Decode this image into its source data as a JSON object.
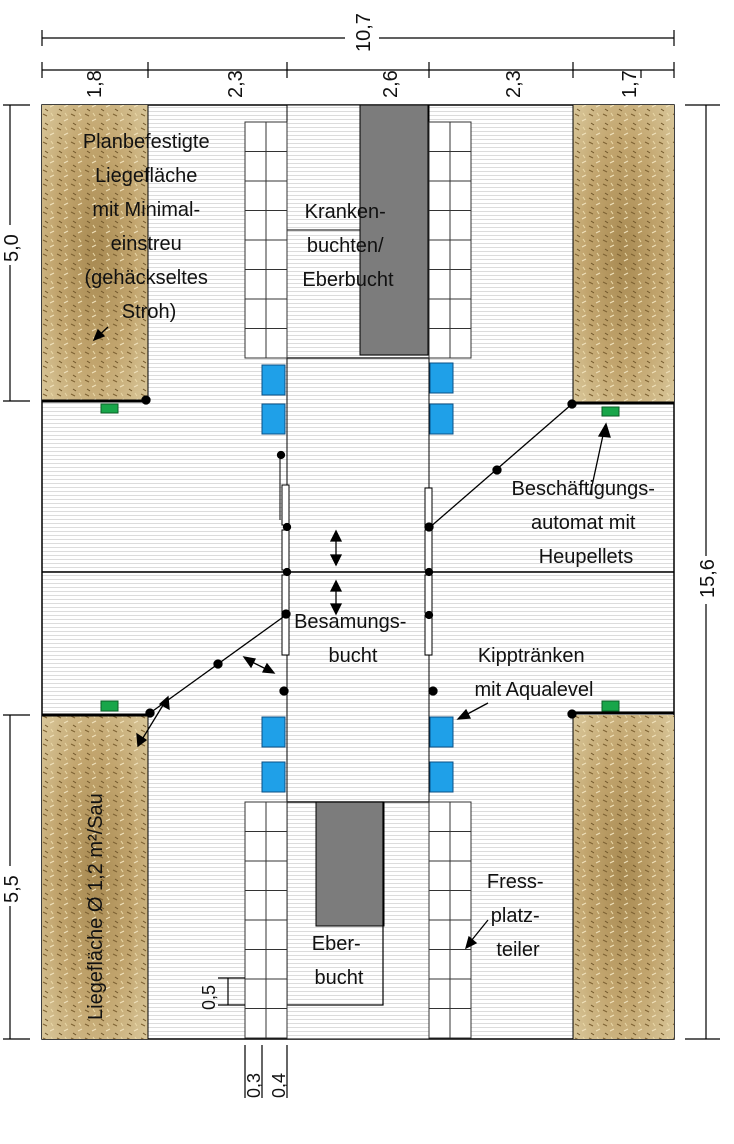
{
  "colors": {
    "straw_base": "#b89b62",
    "straw_dark": "#8a6a36",
    "straw_light": "#d6c392",
    "feeder_green": "#18a64a",
    "drinker_blue": "#1fa0e8",
    "pen_gray": "#7c7c7c",
    "floor_line": "#d8d8d8",
    "line": "#000000"
  },
  "dimensions": {
    "total_width": "10,7",
    "segments_top": [
      "1,8",
      "2,3",
      "2,6",
      "2,3",
      "1,7"
    ],
    "total_length": "15,6",
    "left_upper": "5,0",
    "left_lower": "5,5",
    "grid_cell": "0,5",
    "bottom_a": "0,3",
    "bottom_b": "0,4"
  },
  "labels": {
    "planbefestigte": [
      "Planbefestigte",
      "Liegefläche",
      "mit Minimal-",
      "einstreu",
      "(gehäckseltes",
      "Stroh)"
    ],
    "kranken": [
      "Kranken-",
      "buchten/",
      "Eberbucht"
    ],
    "beschaeftigung": [
      "Beschäftigungs-",
      "automat mit",
      "Heupellets"
    ],
    "besamung": [
      "Besamungs-",
      "bucht"
    ],
    "kipptraenken": [
      "Kipptränken",
      "mit Aqualevel"
    ],
    "fressplatz": [
      "Fress-",
      "platz-",
      "teiler"
    ],
    "eberbucht": [
      "Eber-",
      "bucht"
    ],
    "liegeflaeche_rot": "Liegefläche Ø 1,2 m²/Sau"
  }
}
